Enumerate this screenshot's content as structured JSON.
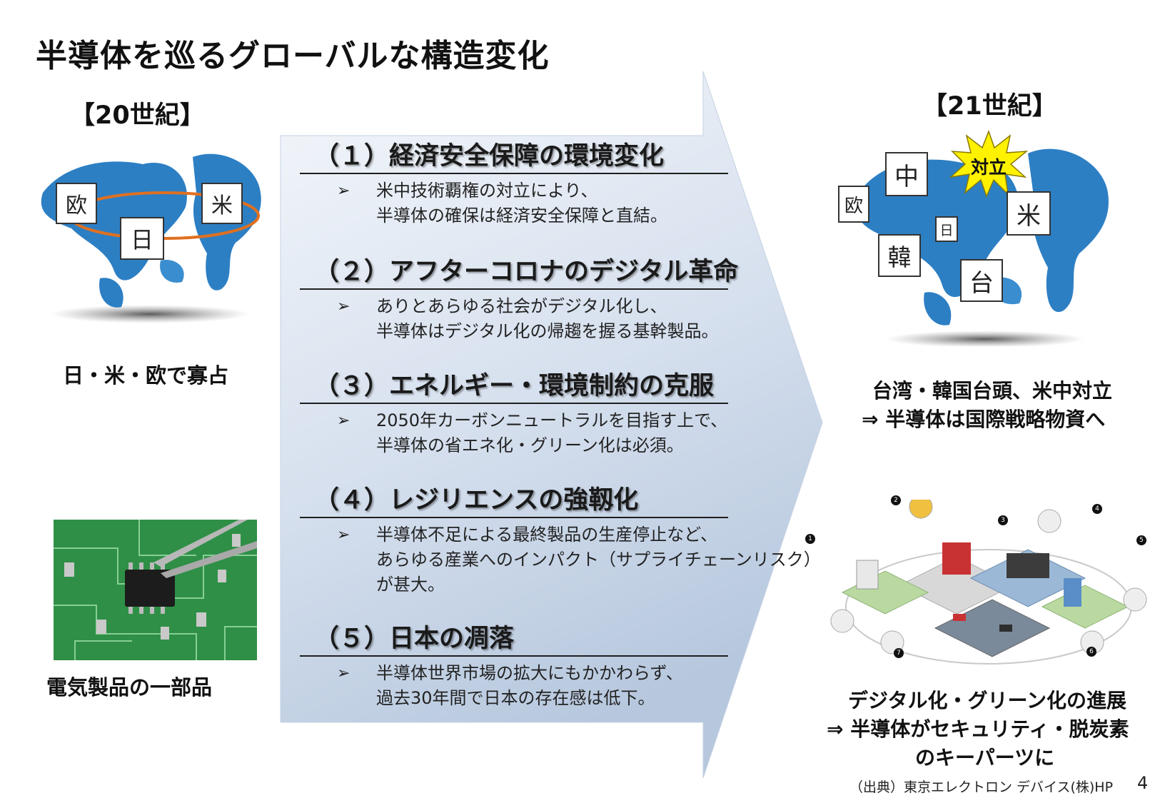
{
  "title": "半導体を巡るグローバルな構造変化",
  "left": {
    "era": "【20世紀】",
    "map": {
      "labels": {
        "eu": "欧",
        "us": "米",
        "jp": "日"
      }
    },
    "caption": "日・米・欧で寡占",
    "photo_caption": "電気製品の一部品"
  },
  "right": {
    "era": "【21世紀】",
    "map": {
      "labels": {
        "cn": "中",
        "eu": "欧",
        "jp": "日",
        "kr": "韓",
        "us": "米",
        "tw": "台",
        "conflict": "対立"
      }
    },
    "caption": {
      "line1": "台湾・韓国台頭、米中対立",
      "line2": "⇒ 半導体は国際戦略物資へ"
    },
    "bottom_caption": {
      "line1": "デジタル化・グリーン化の進展",
      "line2": "⇒ 半導体がセキュリティ・脱炭素",
      "line3": "のキーパーツに"
    },
    "city_markers": [
      "1",
      "2",
      "3",
      "4",
      "5",
      "6",
      "7"
    ]
  },
  "sections": [
    {
      "heading": "（１）経済安全保障の環境変化",
      "bullet": "➢",
      "lines": [
        "米中技術覇権の対立により、",
        "半導体の確保は経済安全保障と直結。"
      ]
    },
    {
      "heading": "（２）アフターコロナのデジタル革命",
      "bullet": "➢",
      "lines": [
        "ありとあらゆる社会がデジタル化し、",
        "半導体はデジタル化の帰趨を握る基幹製品。"
      ]
    },
    {
      "heading": "（３）エネルギー・環境制約の克服",
      "bullet": "➢",
      "lines": [
        "2050年カーボンニュートラルを目指す上で、",
        "半導体の省エネ化・グリーン化は必須。"
      ]
    },
    {
      "heading": "（４）レジリエンスの強靱化",
      "bullet": "➢",
      "lines": [
        "半導体不足による最終製品の生産停止など、",
        "あらゆる産業へのインパクト（サプライチェーンリスク）",
        "が甚大。"
      ]
    },
    {
      "heading": "（５）日本の凋落",
      "bullet": "➢",
      "lines": [
        "半導体世界市場の拡大にもかかわらず、",
        "過去30年間で日本の存在感は低下。"
      ]
    }
  ],
  "source": "（出典）東京エレクトロン デバイス(株)HP",
  "page_number": "4",
  "colors": {
    "map_blue": "#2d7fc4",
    "ring_orange": "#e07020",
    "arrow_top": "#f2f5fa",
    "arrow_bottom": "#bccde3",
    "burst_yellow": "#fff200"
  }
}
